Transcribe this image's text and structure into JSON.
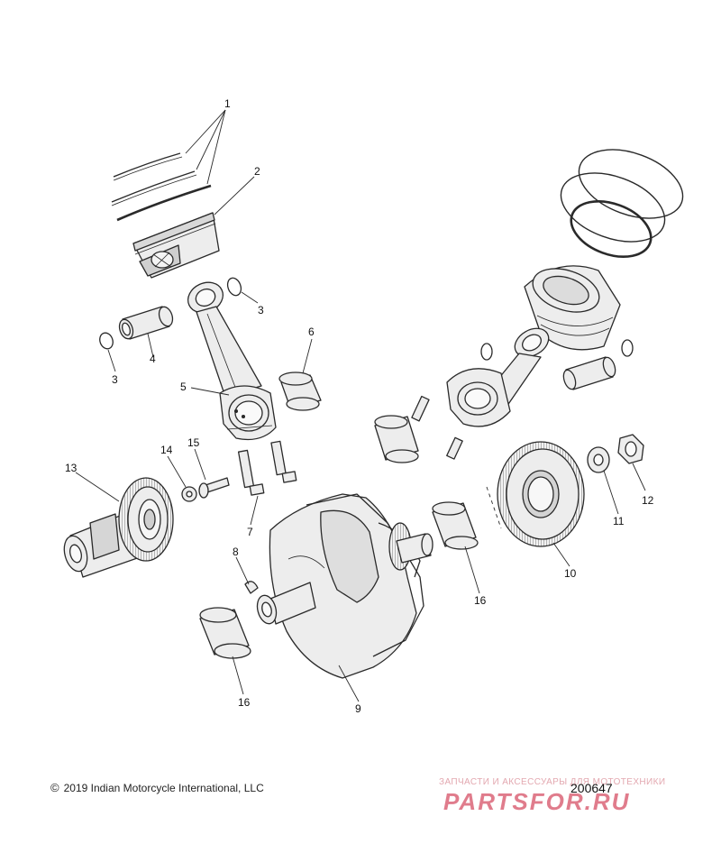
{
  "diagram": {
    "callouts": {
      "c1": "1",
      "c2": "2",
      "c3a": "3",
      "c3b": "3",
      "c4": "4",
      "c5": "5",
      "c6": "6",
      "c7": "7",
      "c8": "8",
      "c9": "9",
      "c10": "10",
      "c11": "11",
      "c12": "12",
      "c13": "13",
      "c14": "14",
      "c15": "15",
      "c16a": "16",
      "c16b": "16"
    }
  },
  "footer": {
    "copyright_symbol": "©",
    "copyright": "2019 Indian Motorcycle International, LLC",
    "figure_id": "200647"
  },
  "watermark": {
    "tagline": "ЗАПЧАСТИ И АКСЕССУАРЫ ДЛЯ МОТОТЕХНИКИ",
    "logo": "PARTSFOR.RU"
  },
  "colors": {
    "line": "#2a2a2a",
    "fill": "#eeeeee",
    "watermark": "#e07c8c"
  }
}
